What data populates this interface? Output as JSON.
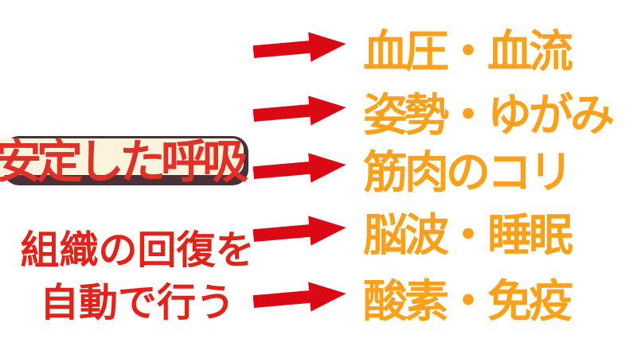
{
  "slide": {
    "badge": {
      "label": "安定した呼吸"
    },
    "body": {
      "line1": "組織の回復を",
      "line2": "自動で行う"
    },
    "effects": [
      {
        "label": "血圧・血流"
      },
      {
        "label": "姿勢・ゆがみ"
      },
      {
        "label": "筋肉のコリ"
      },
      {
        "label": "脳波・睡眠"
      },
      {
        "label": "酸素・免疫"
      }
    ],
    "colors": {
      "badge_text_red": "#E03028",
      "body_text_red": "#E2231A",
      "arrow_red": "#DB0914",
      "effect_orange": "#F9A11B",
      "badge_bg_cream": "#FCF3DD",
      "badge_border_dark": "#4A3137",
      "background": "#FFFFFF"
    }
  }
}
